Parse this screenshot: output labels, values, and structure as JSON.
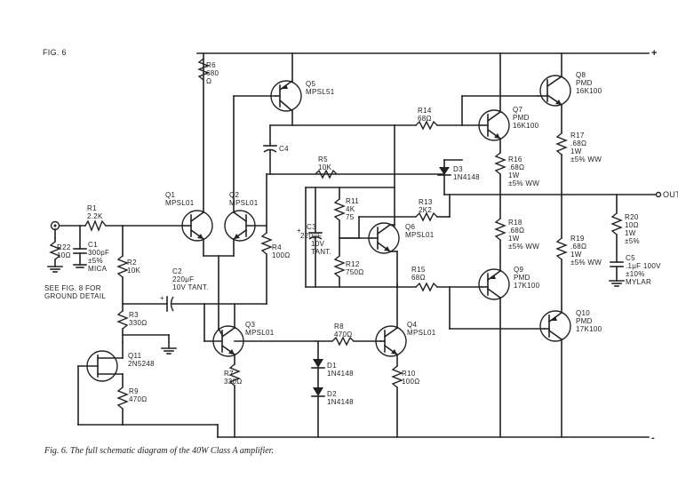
{
  "figure": {
    "label": "FIG. 6",
    "caption": "Fig. 6. The full schematic diagram of the 40W Class A amplifier.",
    "ground_note": [
      "SEE FIG. 8 FOR",
      "GROUND DETAIL"
    ],
    "output_label": "OUT",
    "rail_plus": "+",
    "rail_minus": "-"
  },
  "transistors": {
    "q1": [
      "Q1",
      "MPSL01"
    ],
    "q2": [
      "Q2",
      "MPSL01"
    ],
    "q3": [
      "Q3",
      "MPSL01"
    ],
    "q4": [
      "Q4",
      "MPSL01"
    ],
    "q5": [
      "Q5",
      "MPSL51"
    ],
    "q6": [
      "Q6",
      "MPSL01"
    ],
    "q7": [
      "Q7",
      "PMD",
      "16K100"
    ],
    "q8": [
      "Q8",
      "PMD",
      "16K100"
    ],
    "q9": [
      "Q9",
      "PMD",
      "17K100"
    ],
    "q10": [
      "Q10",
      "PMD",
      "17K100"
    ],
    "q11": [
      "Q11",
      "2N5248"
    ]
  },
  "resistors": {
    "r1": [
      "R1",
      "2.2K"
    ],
    "r2": [
      "R2",
      "10K"
    ],
    "r3": [
      "R3",
      "330Ω"
    ],
    "r4": [
      "R4",
      "100Ω"
    ],
    "r5": [
      "R5",
      "10K"
    ],
    "r6": [
      "R6",
      "680",
      "Ω"
    ],
    "r7": [
      "R7",
      "330Ω"
    ],
    "r8": [
      "R8",
      "470Ω"
    ],
    "r9": [
      "R9",
      "470Ω"
    ],
    "r10": [
      "R10",
      "100Ω"
    ],
    "r11": [
      "R11",
      "4K",
      "75"
    ],
    "r12": [
      "R12",
      "750Ω"
    ],
    "r13": [
      "R13",
      "2K2"
    ],
    "r14": [
      "R14",
      "68Ω"
    ],
    "r15": [
      "R15",
      "68Ω"
    ],
    "r16": [
      "R16",
      ".68Ω",
      "1W",
      "±5% WW"
    ],
    "r17": [
      "R17",
      ".68Ω",
      "1W",
      "±5% WW"
    ],
    "r18": [
      "R18",
      ".68Ω",
      "1W",
      "±5% WW"
    ],
    "r19": [
      "R19",
      ".68Ω",
      "1W",
      "±5% WW"
    ],
    "r20": [
      "R20",
      "10Ω",
      "1W",
      "±5%"
    ],
    "r22": [
      "R22",
      "10Ω"
    ]
  },
  "capacitors": {
    "c1": [
      "C1",
      "300pF",
      "±5%",
      "MICA"
    ],
    "c2": [
      "C2",
      "220μF",
      "10V TANT."
    ],
    "c3": [
      "C3",
      "220μF",
      "10V",
      "TANT."
    ],
    "c4": [
      "C4"
    ],
    "c5": [
      "C5",
      ".1μF  100V",
      "±10%",
      "MYLAR"
    ]
  },
  "diodes": {
    "d1": [
      "D1",
      "1N4148"
    ],
    "d2": [
      "D2",
      "1N4148"
    ],
    "d3": [
      "D3",
      "1N4148"
    ]
  }
}
